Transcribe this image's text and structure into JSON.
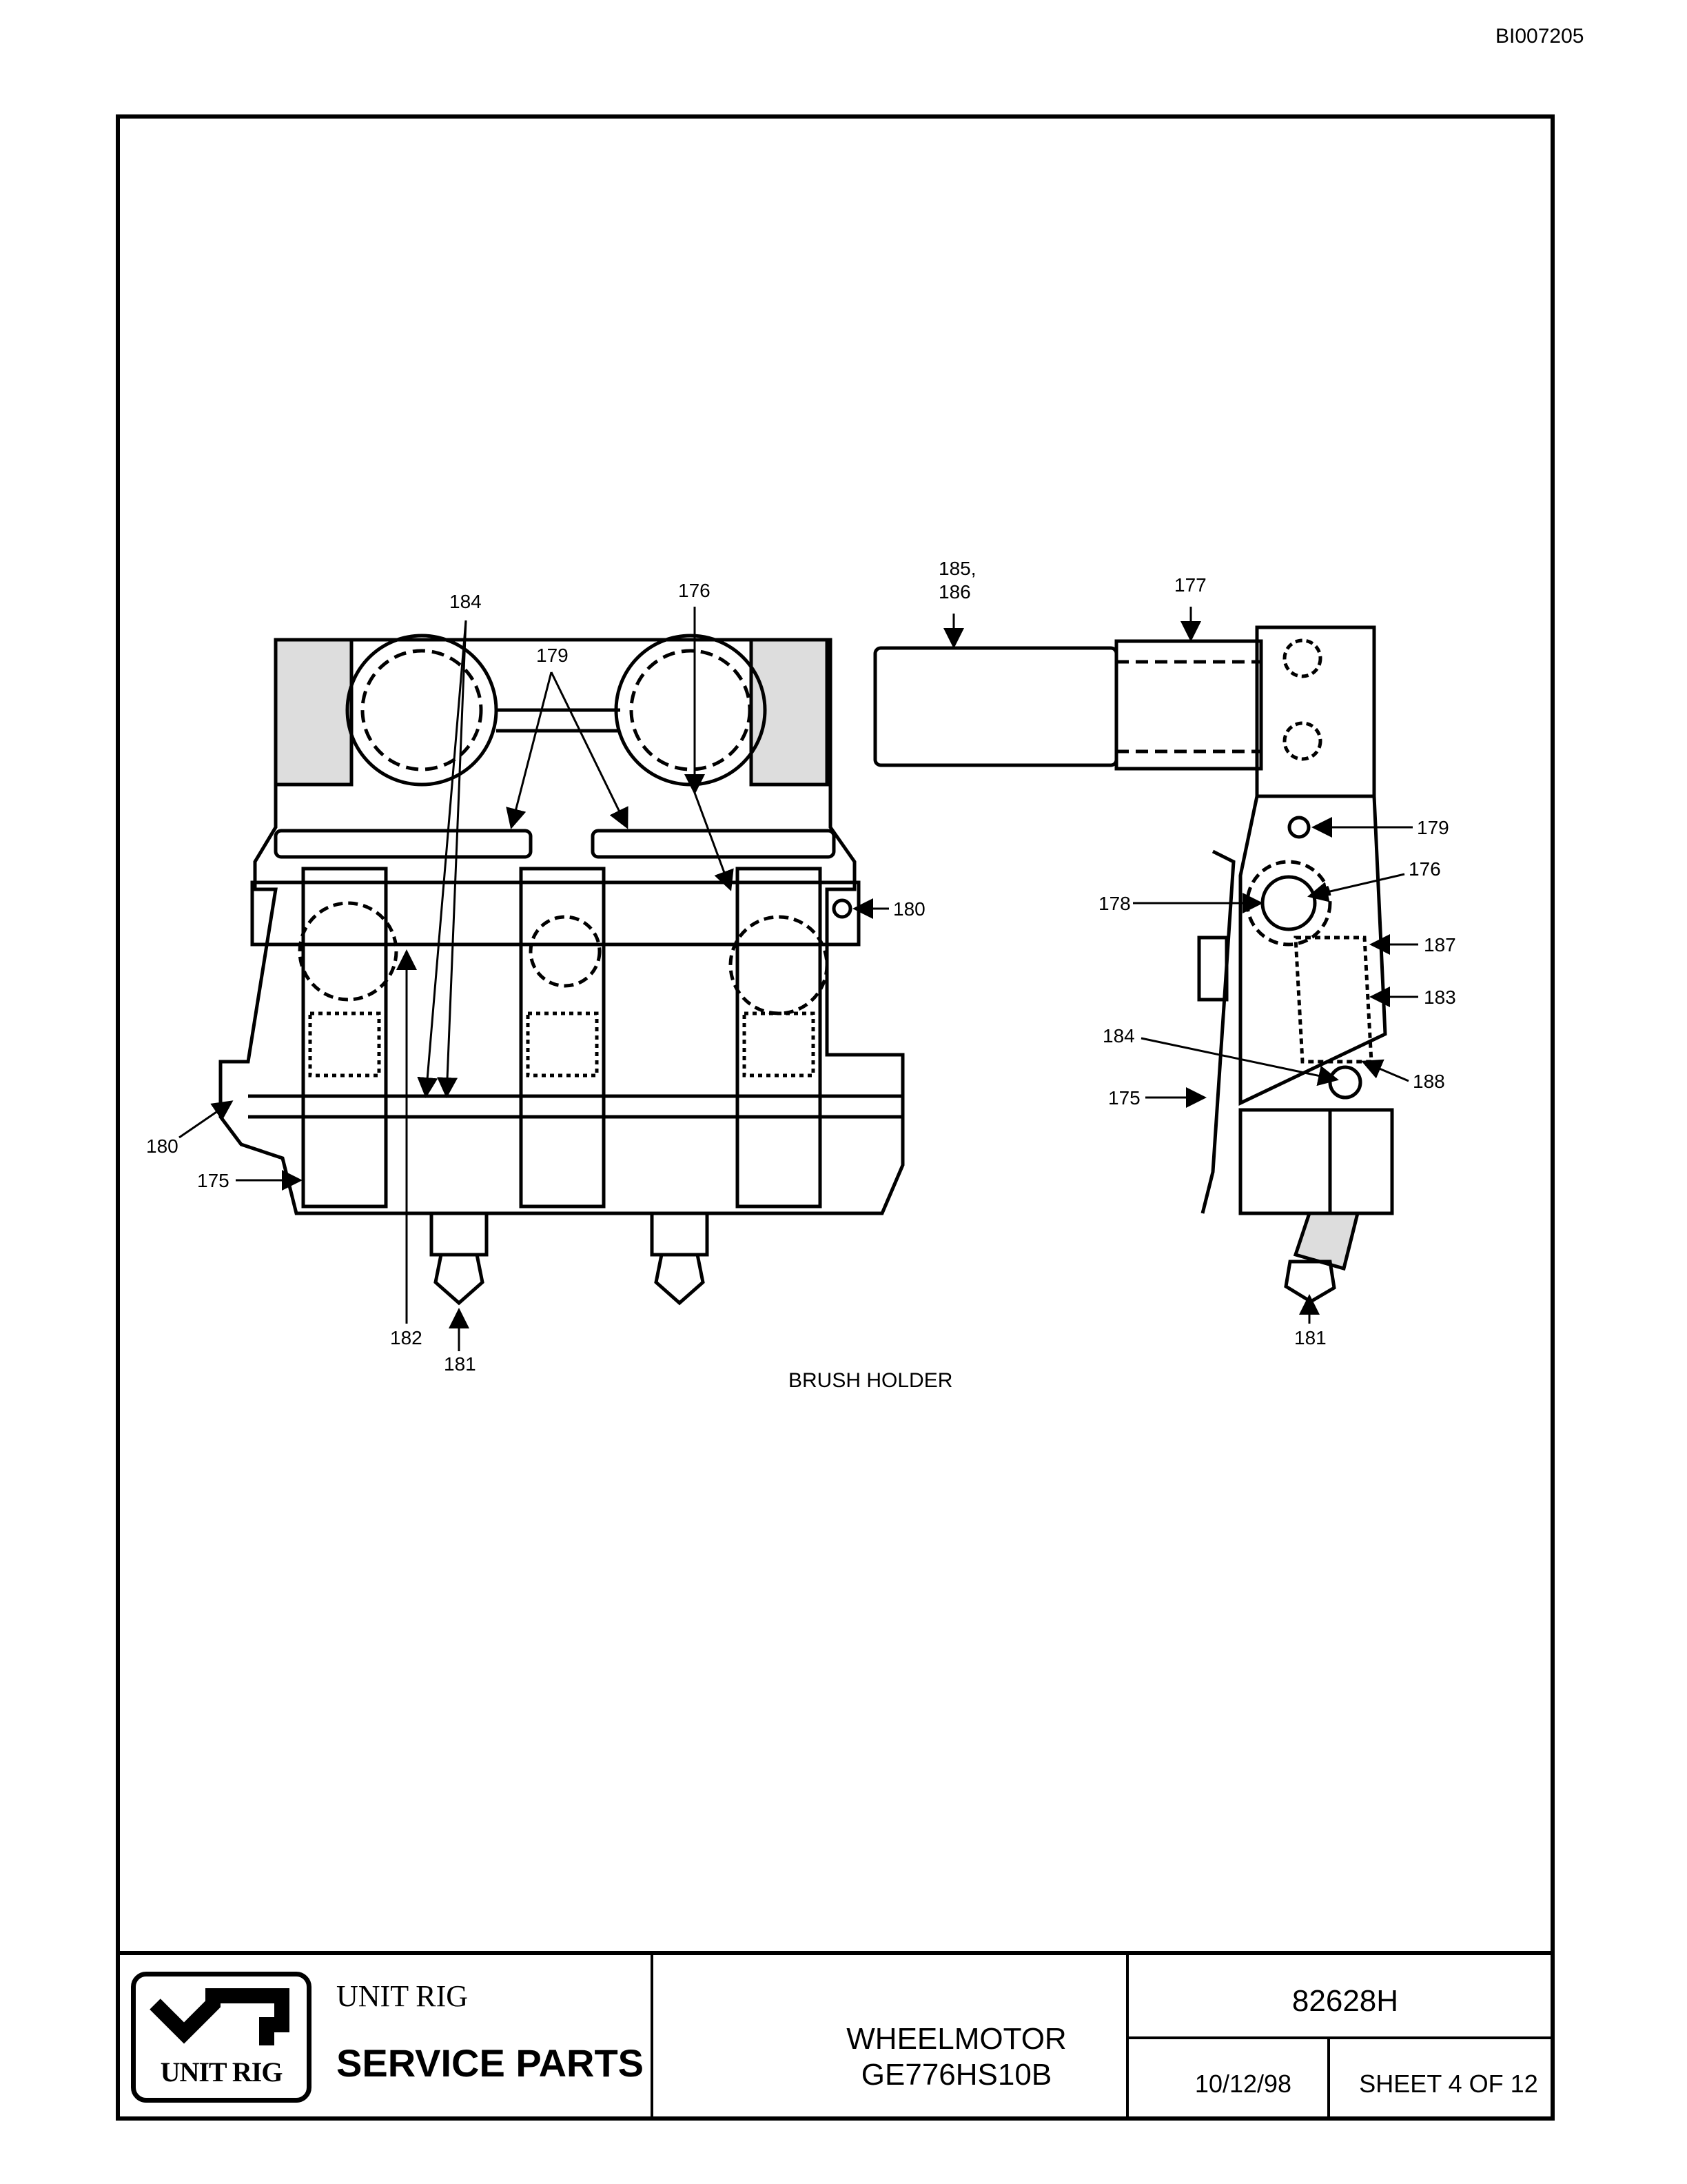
{
  "document_id": "BI007205",
  "diagram": {
    "caption": "BRUSH HOLDER",
    "callouts": {
      "c184_top": "184",
      "c176_top": "176",
      "c179_top": "179",
      "c185_186": "185,",
      "c186": "186",
      "c177": "177",
      "c180_right": "180",
      "c180_left": "180",
      "c175_left": "175",
      "c182": "182",
      "c181_left": "181",
      "c179_side": "179",
      "c176_side": "176",
      "c178": "178",
      "c187": "187",
      "c183": "183",
      "c184_side": "184",
      "c188": "188",
      "c175_side": "175",
      "c181_side": "181"
    }
  },
  "title_block": {
    "logo_text": "UNIT RIG",
    "company": "UNIT RIG",
    "section": "SERVICE PARTS",
    "product_line1": "WHEELMOTOR",
    "product_line2": "GE776HS10B",
    "part_number": "82628H",
    "date": "10/12/98",
    "sheet": "SHEET 4 OF 12"
  }
}
